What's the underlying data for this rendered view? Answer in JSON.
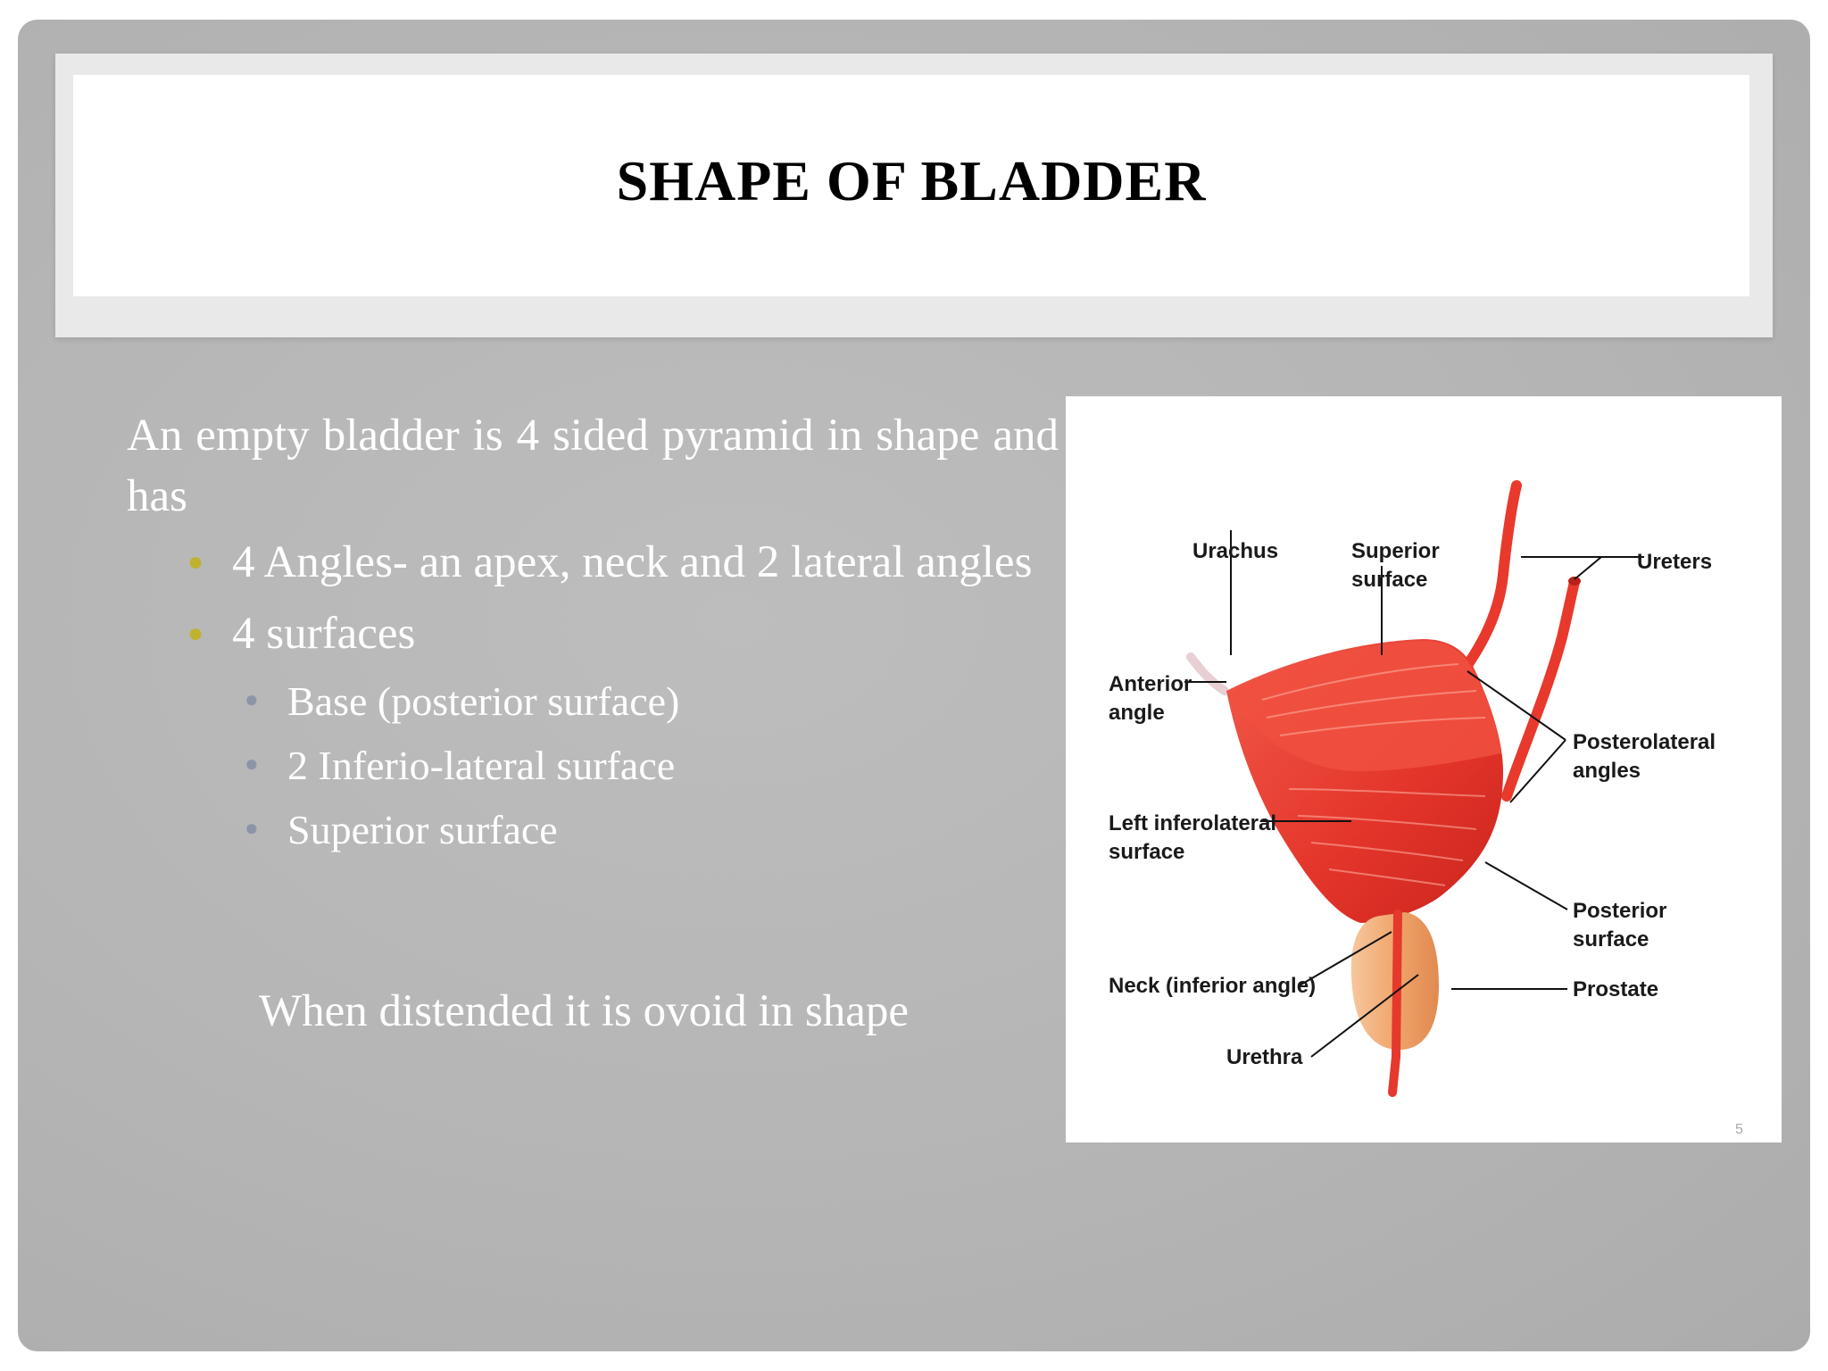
{
  "slide": {
    "title": "SHAPE OF BLADDER",
    "intro": "An empty bladder is 4 sided pyramid in shape and has",
    "bullets": [
      {
        "text": "4 Angles- an apex, neck and 2 lateral angles"
      },
      {
        "text": "4 surfaces",
        "sub": [
          "Base (posterior surface)",
          "2 Inferio-lateral surface",
          "Superior surface"
        ]
      }
    ],
    "closing": "When distended it is ovoid in shape",
    "page_number": "5"
  },
  "figure": {
    "labels": {
      "urachus": "Urachus",
      "superior_surface_1": "Superior",
      "superior_surface_2": "surface",
      "ureters": "Ureters",
      "anterior_angle_1": "Anterior",
      "anterior_angle_2": "angle",
      "posterolateral_1": "Posterolateral",
      "posterolateral_2": "angles",
      "left_inferolateral_1": "Left inferolateral",
      "left_inferolateral_2": "surface",
      "posterior_surface_1": "Posterior",
      "posterior_surface_2": "surface",
      "neck": "Neck (inferior angle)",
      "prostate": "Prostate",
      "urethra": "Urethra"
    },
    "colors": {
      "bladder": "#e3342a",
      "bladder_light": "#f05a48",
      "prostate": "#f2b07e",
      "urachus": "#e8d4d8"
    }
  }
}
